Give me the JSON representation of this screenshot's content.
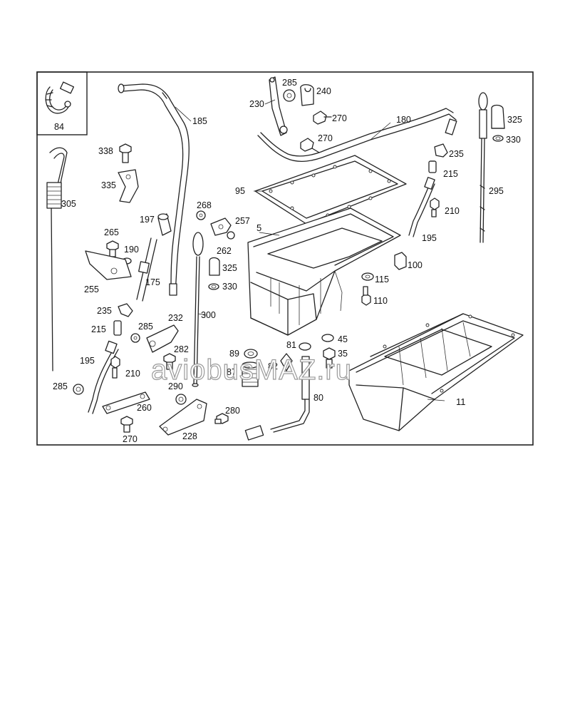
{
  "watermark": "aviobusMAZ.ru",
  "callouts": {
    "c84": "84",
    "c185": "185",
    "c285a": "285",
    "c240": "240",
    "c230": "230",
    "c270a": "270",
    "c180": "180",
    "c270b": "270",
    "c325a": "325",
    "c330a": "330",
    "c338": "338",
    "c335": "335",
    "c305": "305",
    "c95": "95",
    "c235a": "235",
    "c215a": "215",
    "c295": "295",
    "c210a": "210",
    "c268": "268",
    "c257": "257",
    "c197": "197",
    "c5": "5",
    "c265": "265",
    "c190": "190",
    "c262": "262",
    "c195a": "195",
    "c325b": "325",
    "c100": "100",
    "c255": "255",
    "c175": "175",
    "c330b": "330",
    "c115": "115",
    "c110": "110",
    "c235b": "235",
    "c232": "232",
    "c300": "300",
    "c215b": "215",
    "c285b": "285",
    "c81": "81",
    "c45": "45",
    "c282": "282",
    "c35": "35",
    "c195b": "195",
    "c89": "89",
    "c82": "82",
    "c87": "87",
    "c210b": "210",
    "c285c": "285",
    "c290": "290",
    "c80": "80",
    "c11": "11",
    "c260": "260",
    "c280": "280",
    "c270c": "270",
    "c228": "228"
  }
}
